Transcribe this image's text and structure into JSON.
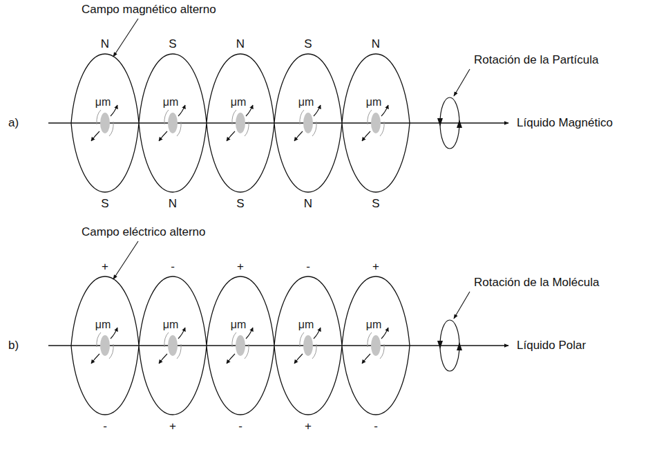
{
  "diagram": {
    "nodes": [
      {
        "text": [
          "μm"
        ]
      },
      {
        "text": [
          "μm"
        ]
      },
      {
        "text": [
          "μm"
        ]
      },
      {
        "text": [
          "μm"
        ]
      },
      {
        "text": [
          "μm"
        ]
      },
      {
        "text": [
          "μm"
        ]
      },
      {
        "text": [
          "μm"
        ]
      },
      {
        "text": [
          "μm"
        ]
      },
      {
        "text": [
          "μm"
        ]
      },
      {
        "text": [
          "μm"
        ]
      }
    ],
    "labels": [
      "Campo magnético alterno",
      "N",
      "S",
      "N",
      "S",
      "N",
      "Rotación de la Partícula",
      "a)",
      "Líquido Magnético",
      "S",
      "N",
      "S",
      "N",
      "S",
      "Campo eléctrico alterno",
      "+",
      "-",
      "+",
      "-",
      "+",
      "Rotación de la Molécula",
      "b)",
      "Líquido Polar",
      "-",
      "+",
      "-",
      "+",
      "-"
    ]
  }
}
